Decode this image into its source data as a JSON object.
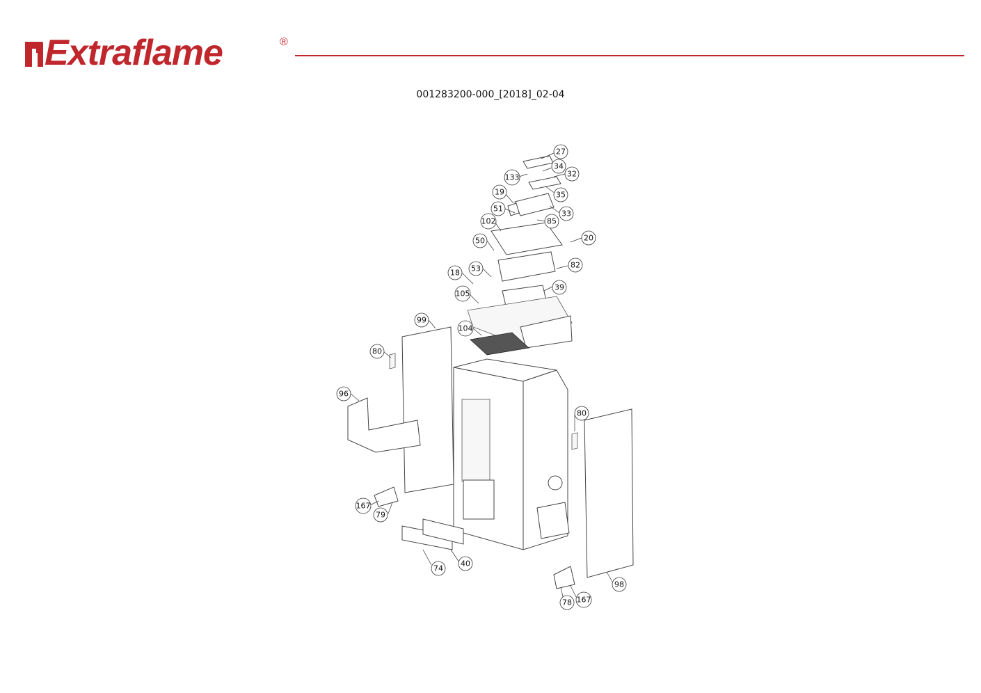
{
  "brand": {
    "name": "Extraflame",
    "registered_mark": "®",
    "color": "#c0272d",
    "mark_icon": "extraflame-logo-icon"
  },
  "document": {
    "code": "001283200-000_[2018]_02-04"
  },
  "callouts": [
    "27",
    "34",
    "32",
    "133",
    "35",
    "19",
    "51",
    "33",
    "85",
    "102",
    "20",
    "50",
    "82",
    "18",
    "53",
    "39",
    "105",
    "99",
    "104",
    "80",
    "96",
    "80",
    "167",
    "79",
    "40",
    "74",
    "98",
    "78",
    "167"
  ]
}
